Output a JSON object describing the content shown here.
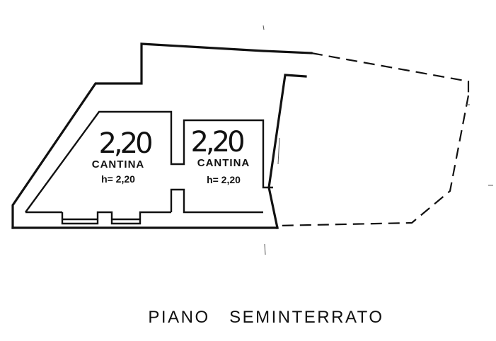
{
  "floor_title": "PIANO   SEMINTERRATO",
  "rooms": [
    {
      "handwritten_height": "2,20",
      "name": "CANTINA",
      "height_label": "h= 2,20"
    },
    {
      "handwritten_height": "2,20",
      "name": "CANTINA",
      "height_label": "h= 2,20"
    }
  ]
}
